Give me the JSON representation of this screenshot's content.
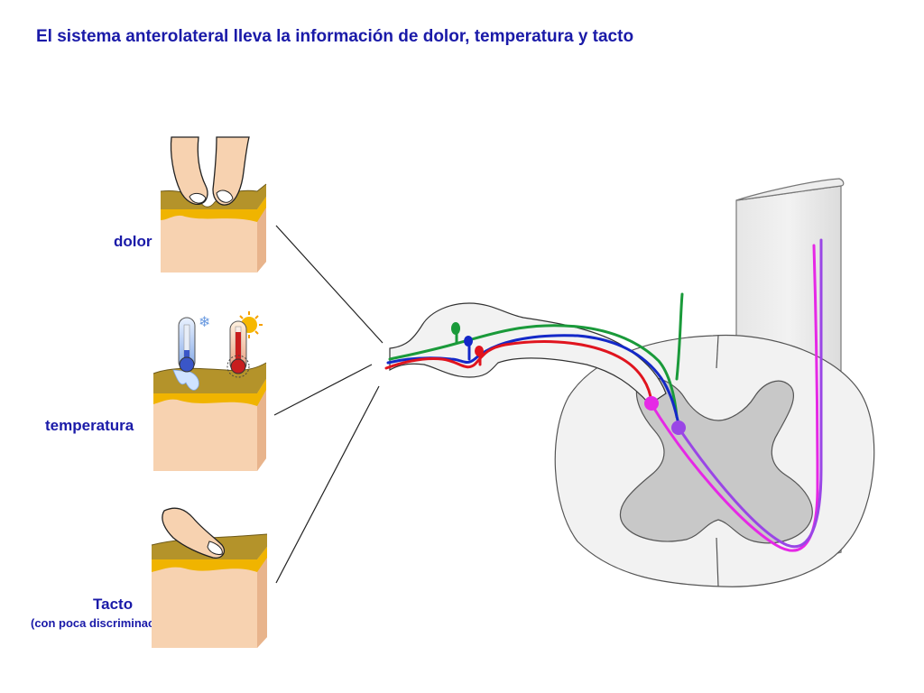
{
  "title": "El sistema anterolateral lleva la información de dolor, temperatura y tacto",
  "labels": {
    "dolor": "dolor",
    "temperatura": "temperatura",
    "tacto": "Tacto",
    "tacto_sub": "(con poca discriminación)"
  },
  "colors": {
    "title": "#1a1aa8",
    "skin": "#f7d2b0",
    "skin_side": "#e8b48c",
    "fat": "#f0b400",
    "dermis_top": "#b4932a",
    "pain_fiber": "#e0141e",
    "temp_fiber": "#1428c8",
    "touch_fiber": "#1a9a3a",
    "tract_magenta": "#e628e6",
    "tract_purple": "#9a46e6"
  },
  "icons": {
    "pinch": "pinching-fingers-icon",
    "cold": "cold-thermometer-icon",
    "hot": "hot-thermometer-icon",
    "touch": "touching-finger-icon"
  }
}
